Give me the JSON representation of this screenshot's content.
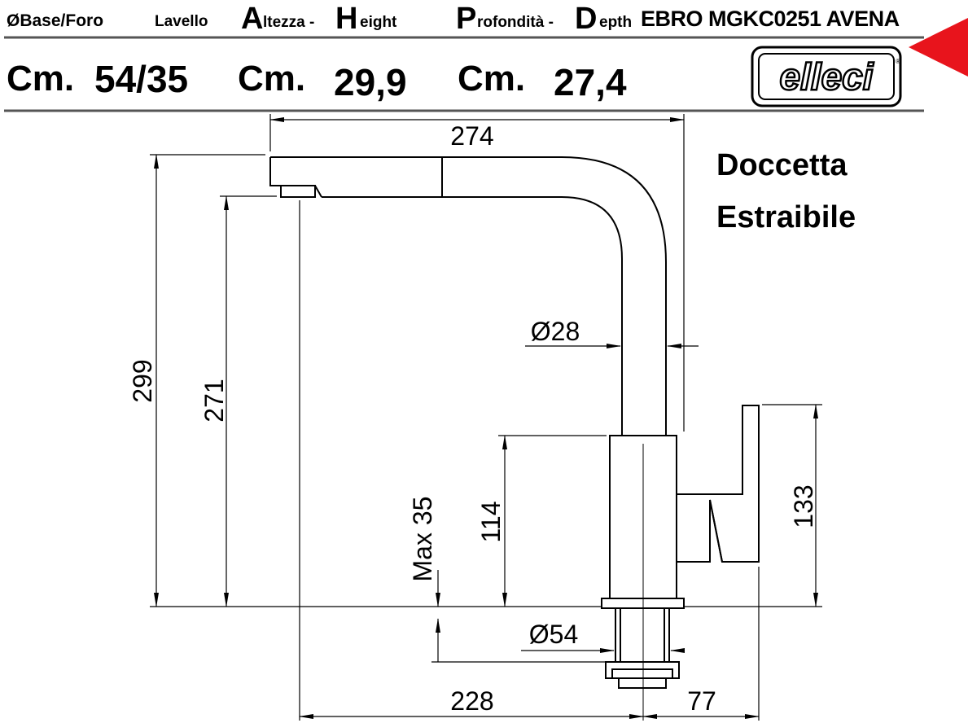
{
  "header": {
    "base_label": "ØBase/Foro",
    "base_suffix": "Lavello",
    "height_label_a_initial": "A",
    "height_label_a_rest": "ltezza -",
    "height_label_h_initial": "H",
    "height_label_h_rest": "eight",
    "depth_label_p_initial": "P",
    "depth_label_p_rest": "rofondità -",
    "depth_label_d_initial": "D",
    "depth_label_d_rest": "epth",
    "product_name": "EBRO MGKC0251 AVENA",
    "cm_1": "Cm.",
    "value_1": "54/35",
    "cm_2": "Cm.",
    "value_2": "29,9",
    "cm_3": "Cm.",
    "value_3": "27,4",
    "logo_text": "elleci",
    "accent_color": "#e8141c"
  },
  "feature": {
    "line1": "Doccetta",
    "line2": "Estraibile"
  },
  "dimensions": {
    "width_top": "274",
    "total_height": "299",
    "spout_height": "271",
    "tube_diameter": "Ø28",
    "body_height": "114",
    "max_thickness": "Max 35",
    "handle_height": "133",
    "base_diameter": "Ø54",
    "reach": "228",
    "handle_depth": "77"
  }
}
